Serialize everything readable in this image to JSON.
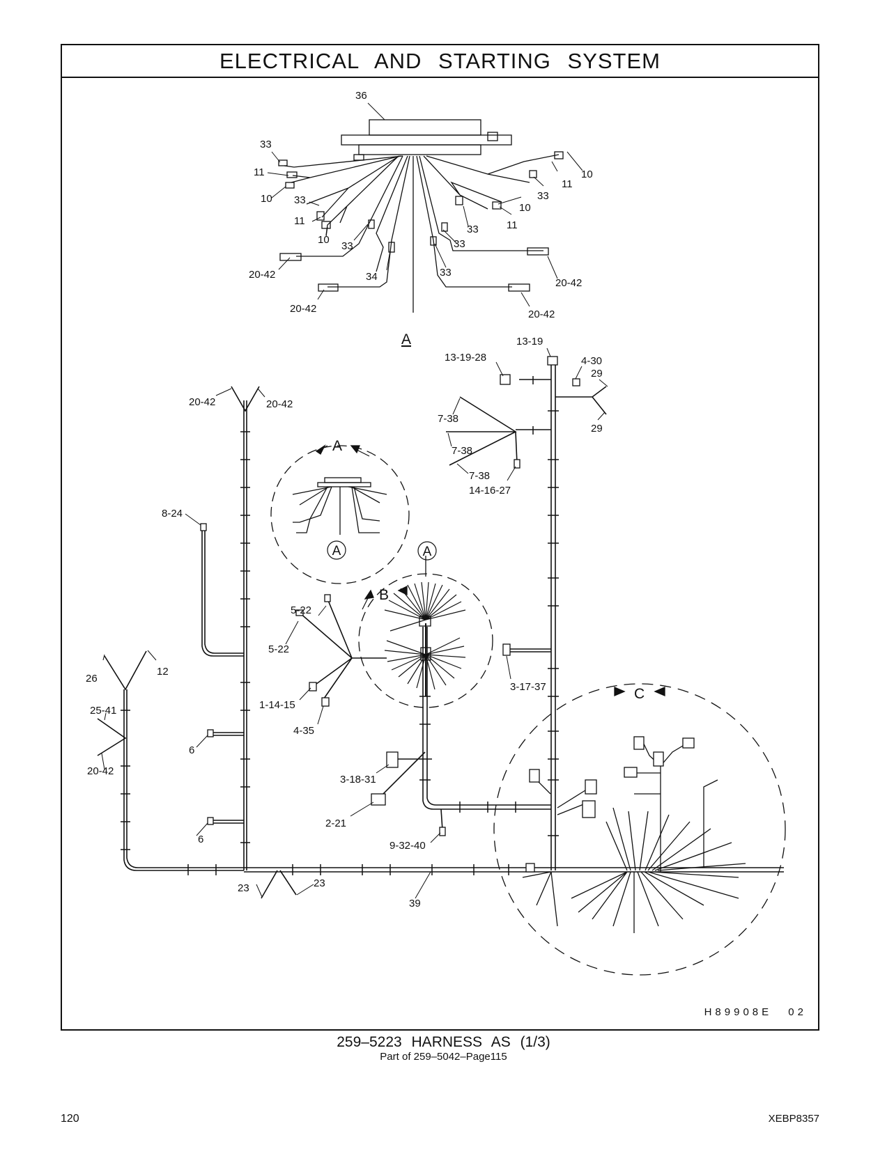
{
  "header": {
    "title": "ELECTRICAL   AND   STARTING   SYSTEM"
  },
  "diagram": {
    "callouts": {
      "c36": "36",
      "c33a": "33",
      "c11a": "11",
      "c10a": "10",
      "c33b": "33",
      "c11b": "11",
      "c10b": "10",
      "c33c": "33",
      "c2042a": "20-42",
      "c34": "34",
      "c2042b": "20-42",
      "c10c": "10",
      "c11c": "11",
      "c33d": "33",
      "c10d": "10",
      "c11d": "11",
      "c33e": "33",
      "c33f": "33",
      "c33g": "33",
      "c2042c": "20-42",
      "c2042d": "20-42",
      "viewA": "A",
      "c1319": "13-19",
      "c131928": "13-19-28",
      "c430": "4-30",
      "c29a": "29",
      "c29b": "29",
      "c738a": "7-38",
      "c738b": "7-38",
      "c738c": "7-38",
      "c141627": "14-16-27",
      "c2042e": "20-42",
      "c2042f": "20-42",
      "c824": "8-24",
      "detailA": "A",
      "circleA1": "A",
      "circleA2": "A",
      "detailB": "B",
      "c522a": "5-22",
      "c522b": "5-22",
      "c11415": "1-14-15",
      "c435": "4-35",
      "c31737": "3-17-37",
      "c26": "26",
      "c12": "12",
      "c2541": "25-41",
      "c6a": "6",
      "c2042g": "20-42",
      "c31831": "3-18-31",
      "c221": "2-21",
      "c93240": "9-32-40",
      "c6b": "6",
      "c23a": "23",
      "c23b": "23",
      "c39": "39",
      "detailC": "C"
    },
    "drawing_code": "H89908E  02"
  },
  "footer": {
    "caption": "259‒5223   HARNESS  AS (1/3)",
    "subcaption": "Part of 259‒5042‒Page115",
    "page_number": "120",
    "doc_id": "XEBP8357"
  }
}
